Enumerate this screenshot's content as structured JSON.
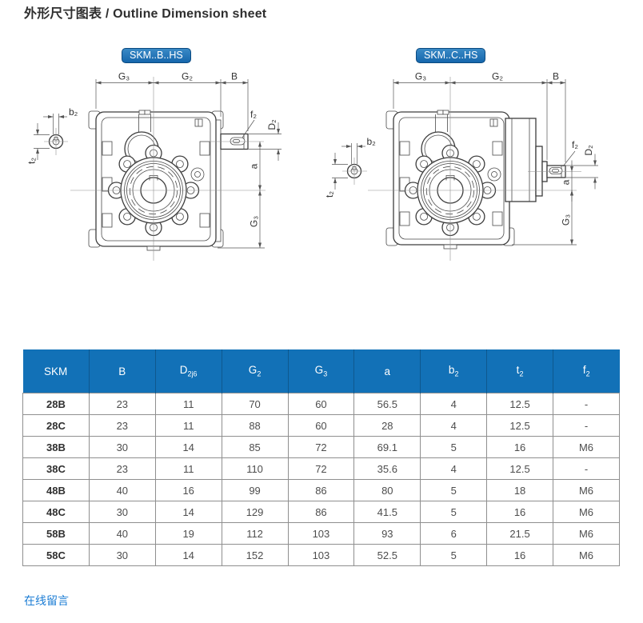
{
  "page": {
    "title": "外形尺寸图表 / Outline Dimension sheet",
    "footer_link": "在线留言"
  },
  "colors": {
    "table_header_blue": "#1271b7",
    "badge_blue": "#1566ac",
    "link_blue": "#1b7cd4"
  },
  "diagrams": [
    {
      "badge": "SKM..B..HS",
      "labels": {
        "g3_top": "G₃",
        "g2_top": "G₂",
        "b_top": "B",
        "b2": "b₂",
        "t2": "t₂",
        "f2": "f₂",
        "d2": "D₂",
        "a": "a",
        "g3_side": "G₃"
      }
    },
    {
      "badge": "SKM..C..HS",
      "labels": {
        "g3_top": "G₃",
        "g2_top": "G₂",
        "b_top": "B",
        "b2": "b₂",
        "t2": "t₂",
        "f2": "f₂",
        "d2": "D₂",
        "a": "a",
        "g3_side": "G₃"
      }
    }
  ],
  "table": {
    "headers": [
      {
        "base": "SKM",
        "sub": ""
      },
      {
        "base": "B",
        "sub": ""
      },
      {
        "base": "D",
        "sub": "2j6"
      },
      {
        "base": "G",
        "sub": "2"
      },
      {
        "base": "G",
        "sub": "3"
      },
      {
        "base": "a",
        "sub": ""
      },
      {
        "base": "b",
        "sub": "2"
      },
      {
        "base": "t",
        "sub": "2"
      },
      {
        "base": "f",
        "sub": "2"
      }
    ],
    "rows": [
      [
        "28B",
        "23",
        "11",
        "70",
        "60",
        "56.5",
        "4",
        "12.5",
        "-"
      ],
      [
        "28C",
        "23",
        "11",
        "88",
        "60",
        "28",
        "4",
        "12.5",
        "-"
      ],
      [
        "38B",
        "30",
        "14",
        "85",
        "72",
        "69.1",
        "5",
        "16",
        "M6"
      ],
      [
        "38C",
        "23",
        "11",
        "110",
        "72",
        "35.6",
        "4",
        "12.5",
        "-"
      ],
      [
        "48B",
        "40",
        "16",
        "99",
        "86",
        "80",
        "5",
        "18",
        "M6"
      ],
      [
        "48C",
        "30",
        "14",
        "129",
        "86",
        "41.5",
        "5",
        "16",
        "M6"
      ],
      [
        "58B",
        "40",
        "19",
        "112",
        "103",
        "93",
        "6",
        "21.5",
        "M6"
      ],
      [
        "58C",
        "30",
        "14",
        "152",
        "103",
        "52.5",
        "5",
        "16",
        "M6"
      ]
    ]
  }
}
